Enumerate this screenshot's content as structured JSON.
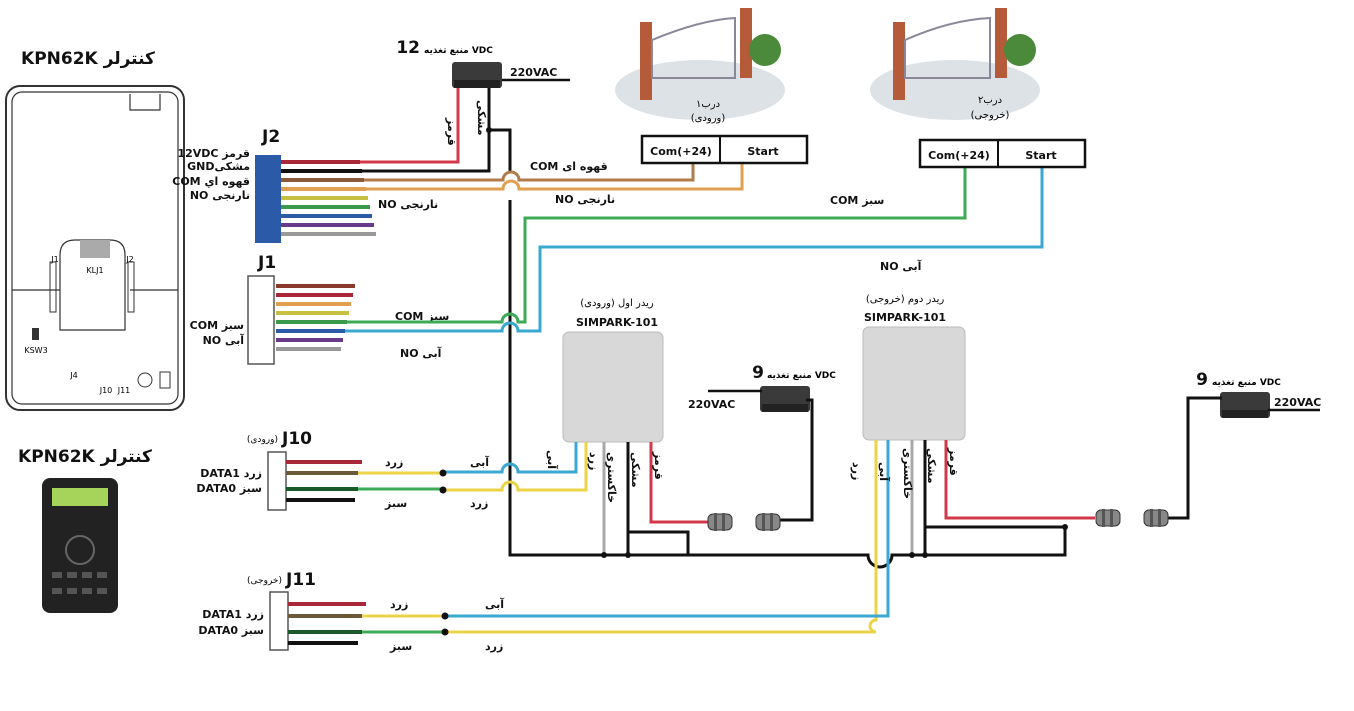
{
  "controller": {
    "title_top": "KPN62K کنترلر",
    "title_bottom": "KPN62K کنترلر",
    "board_labels": [
      "J1",
      "KLJ1",
      "J2",
      "KSW3",
      "J4",
      "J10",
      "J11"
    ]
  },
  "supply12": {
    "label": "منبع تغذیه VDC",
    "voltage": "12",
    "input": "220VAC",
    "red": "قرمز",
    "black": "مشکی"
  },
  "j2": {
    "name": "J2",
    "pins": [
      "12VDC قرمز",
      "GNDمشکی",
      "COM قهوه اي",
      "NO نارنجی"
    ],
    "no_label": "NO نارنجی"
  },
  "j1": {
    "name": "J1",
    "pins": [
      "COM سبز",
      "NO آبی"
    ],
    "com_label": "COM سبز",
    "no_label": "NO آبی"
  },
  "gate1": {
    "caption1": "درب۱",
    "caption2": "(ورودی)",
    "com": "Com(+24)",
    "start": "Start"
  },
  "gate2": {
    "caption1": "درب۲",
    "caption2": "(خروجی)",
    "com": "Com(+24)",
    "start": "Start"
  },
  "wires": {
    "com_brown": "COM قهوه ای",
    "no_orange": "NO نارنجی",
    "com_green": "COM سبز",
    "no_blue": "NO آبی"
  },
  "reader1": {
    "title": "ریدر  اول (ورودی)",
    "model": "SIMPARK-101",
    "wires": [
      "آبی",
      "زرد",
      "خاکستری",
      "مشکی",
      "قرمز"
    ]
  },
  "reader2": {
    "title": "ریدر دوم (خروجی)",
    "model": "SIMPARK-101",
    "wires": [
      "زرد",
      "آبی",
      "خاکستری",
      "مشکی",
      "قرمز"
    ]
  },
  "supply9a": {
    "label": "منبع تغذیه VDC",
    "voltage": "9",
    "input": "220VAC"
  },
  "supply9b": {
    "label": "منبع تغذیه VDC",
    "voltage": "9",
    "input": "220VAC"
  },
  "j10": {
    "name": "J10",
    "sub": "(ورودی)",
    "pins": [
      "DATA1 زرد",
      "DATA0 سبز"
    ],
    "w1a": "زرد",
    "w1b": "آبی",
    "w2a": "سبز",
    "w2b": "زرد"
  },
  "j11": {
    "name": "J11",
    "sub": "(خروجی)",
    "pins": [
      "DATA1 زرد",
      "DATA0 سبز"
    ],
    "w1a": "زرد",
    "w1b": "آبی",
    "w2a": "سبز",
    "w2b": "زرد"
  },
  "colors": {
    "red": "#d1394a",
    "brown": "#b07a4a",
    "orange": "#e0a050",
    "green": "#3daa55",
    "blue": "#3aa8d0",
    "yellow": "#ecd447",
    "gray": "#a8a8a8",
    "connector": "#2a5aa8"
  }
}
